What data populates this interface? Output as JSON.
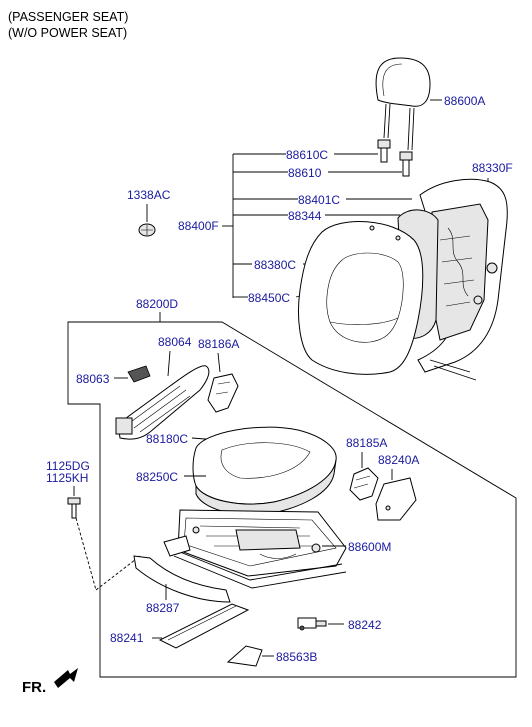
{
  "header": {
    "line1": "(PASSENGER SEAT)",
    "line2": "(W/O POWER SEAT)"
  },
  "footer": {
    "direction_label": "FR."
  },
  "parts": {
    "p88600A": "88600A",
    "p88610C": "88610C",
    "p88610": "88610",
    "p88330F": "88330F",
    "p1338AC": "1338AC",
    "p88401C": "88401C",
    "p88400F": "88400F",
    "p88344": "88344",
    "p88380C": "88380C",
    "p88450C": "88450C",
    "p88200D": "88200D",
    "p88064": "88064",
    "p88186A": "88186A",
    "p88063": "88063",
    "p88180C": "88180C",
    "p88185A": "88185A",
    "p88240A": "88240A",
    "p1125DG": "1125DG",
    "p1125KH": "1125KH",
    "p88250C": "88250C",
    "p88600M": "88600M",
    "p88287": "88287",
    "p88242": "88242",
    "p88241": "88241",
    "p88563B": "88563B"
  }
}
